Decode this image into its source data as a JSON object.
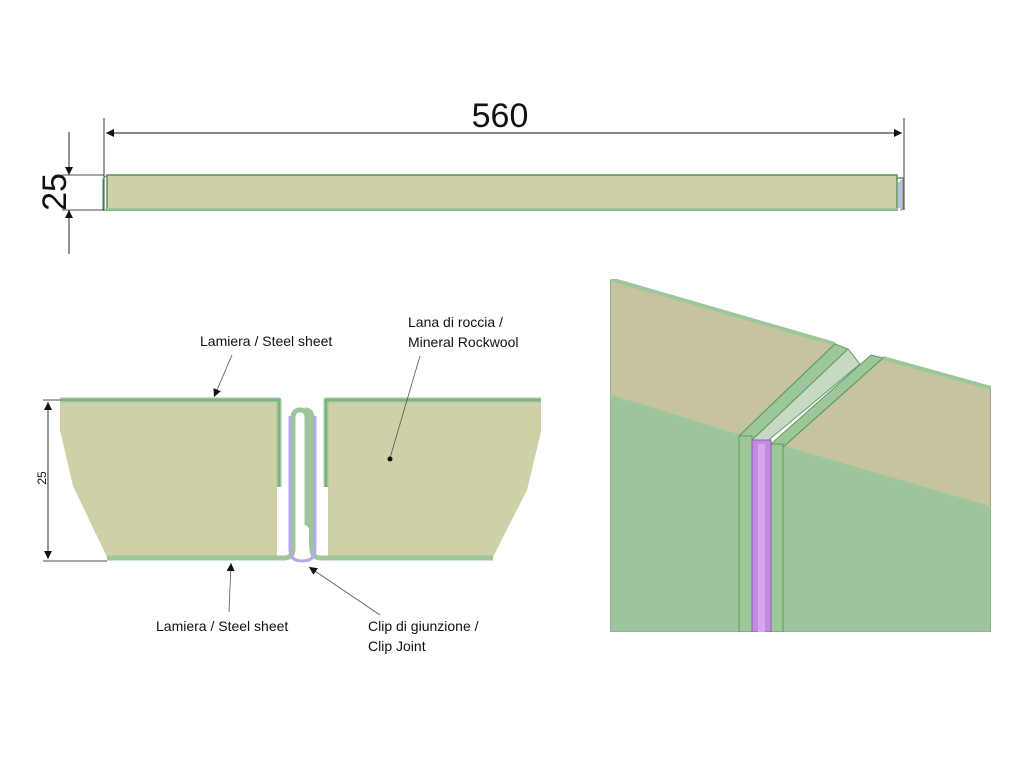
{
  "top_view": {
    "width_label": "560",
    "thickness_label": "25"
  },
  "section": {
    "thickness_label": "25",
    "callouts": {
      "steel_sheet_top": "Lamiera /  Steel sheet",
      "rockwool_line1": "Lana di roccia /",
      "rockwool_line2": "Mineral  Rockwool",
      "steel_sheet_bottom": "Lamiera /  Steel sheet",
      "clip_line1": "Clip di giunzione /",
      "clip_line2": "Clip Joint"
    }
  },
  "colors": {
    "core": "#cfcfa8",
    "steel": "#9dc79a",
    "steel_edge": "#5e9a63",
    "clip": "#b9a6e8",
    "clip_3d": "#c58ae0",
    "line": "#111111"
  }
}
